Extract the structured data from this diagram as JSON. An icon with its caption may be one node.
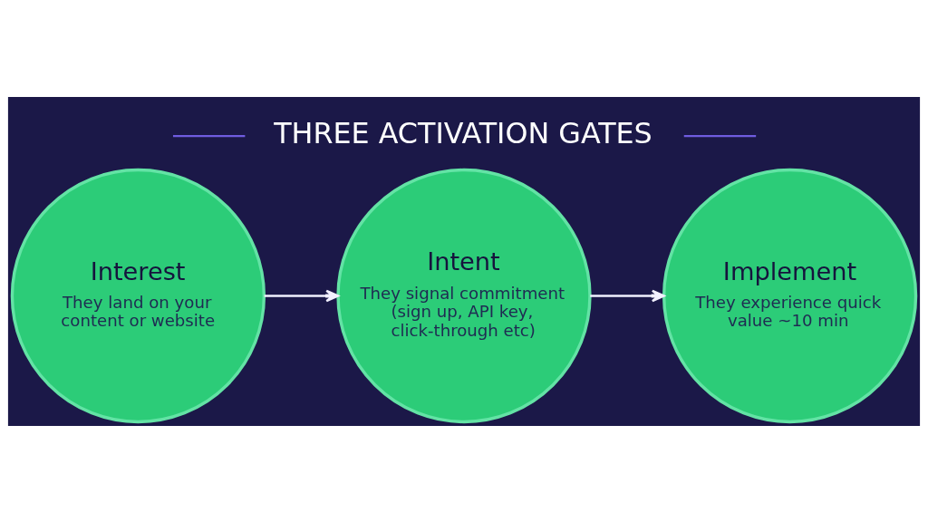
{
  "diagram": {
    "title": "THREE ACTIVATION GATES",
    "nodes": [
      {
        "text": [
          "Interest",
          "They land on your content or website"
        ]
      },
      {
        "text": [
          "Intent",
          "They signal commitment (sign up, API key, click-through etc)"
        ]
      },
      {
        "text": [
          "Implement",
          "They experience quick value ~10 min"
        ]
      }
    ],
    "edges": [
      {
        "from": 0,
        "to": 1,
        "arrow": "to"
      },
      {
        "from": 1,
        "to": 2,
        "arrow": "to"
      }
    ]
  }
}
